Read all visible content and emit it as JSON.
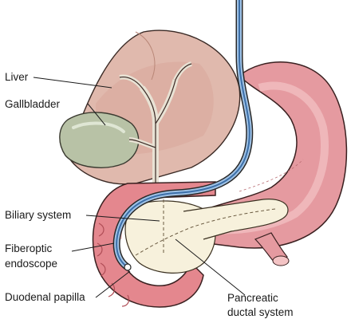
{
  "labels": {
    "liver": "Liver",
    "gallbladder": "Gallbladder",
    "biliary_system": "Biliary system",
    "fiberoptic_line1": "Fiberoptic",
    "fiberoptic_line2": "endoscope",
    "duodenal_papilla": "Duodenal papilla",
    "pancreatic_line1": "Pancreatic",
    "pancreatic_line2": "ductal system"
  },
  "colors": {
    "liver": "#e0b9ad",
    "liver_shade": "#c99487",
    "gallbladder": "#b8c2a6",
    "stomach": "#e59aa0",
    "stomach_inner": "#f3c3c4",
    "duodenum": "#e4878e",
    "pancreas": "#f7f1dc",
    "bile_duct": "#e8e2d4",
    "endoscope": "#3c6fa8"
  }
}
